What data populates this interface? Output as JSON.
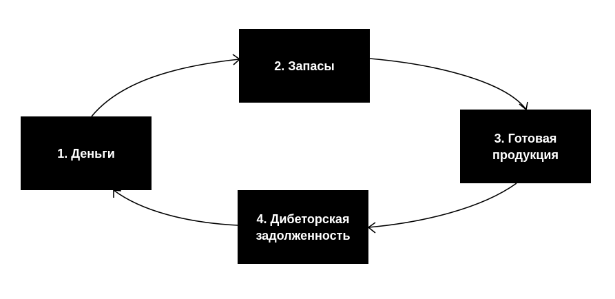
{
  "diagram": {
    "nodes": [
      {
        "id": "money",
        "label": "1. Деньги"
      },
      {
        "id": "inventory",
        "label": "2. Запасы"
      },
      {
        "id": "finished-goods",
        "label": "3. Готовая продукция"
      },
      {
        "id": "receivables",
        "label": "4. Дибеторская задолженность"
      }
    ],
    "edges": [
      {
        "from": "money",
        "to": "inventory"
      },
      {
        "from": "inventory",
        "to": "finished-goods"
      },
      {
        "from": "finished-goods",
        "to": "receivables"
      },
      {
        "from": "receivables",
        "to": "money"
      }
    ],
    "colors": {
      "node_fill": "#000000",
      "node_text": "#ffffff",
      "arrow": "#000000",
      "background": "#ffffff"
    }
  }
}
